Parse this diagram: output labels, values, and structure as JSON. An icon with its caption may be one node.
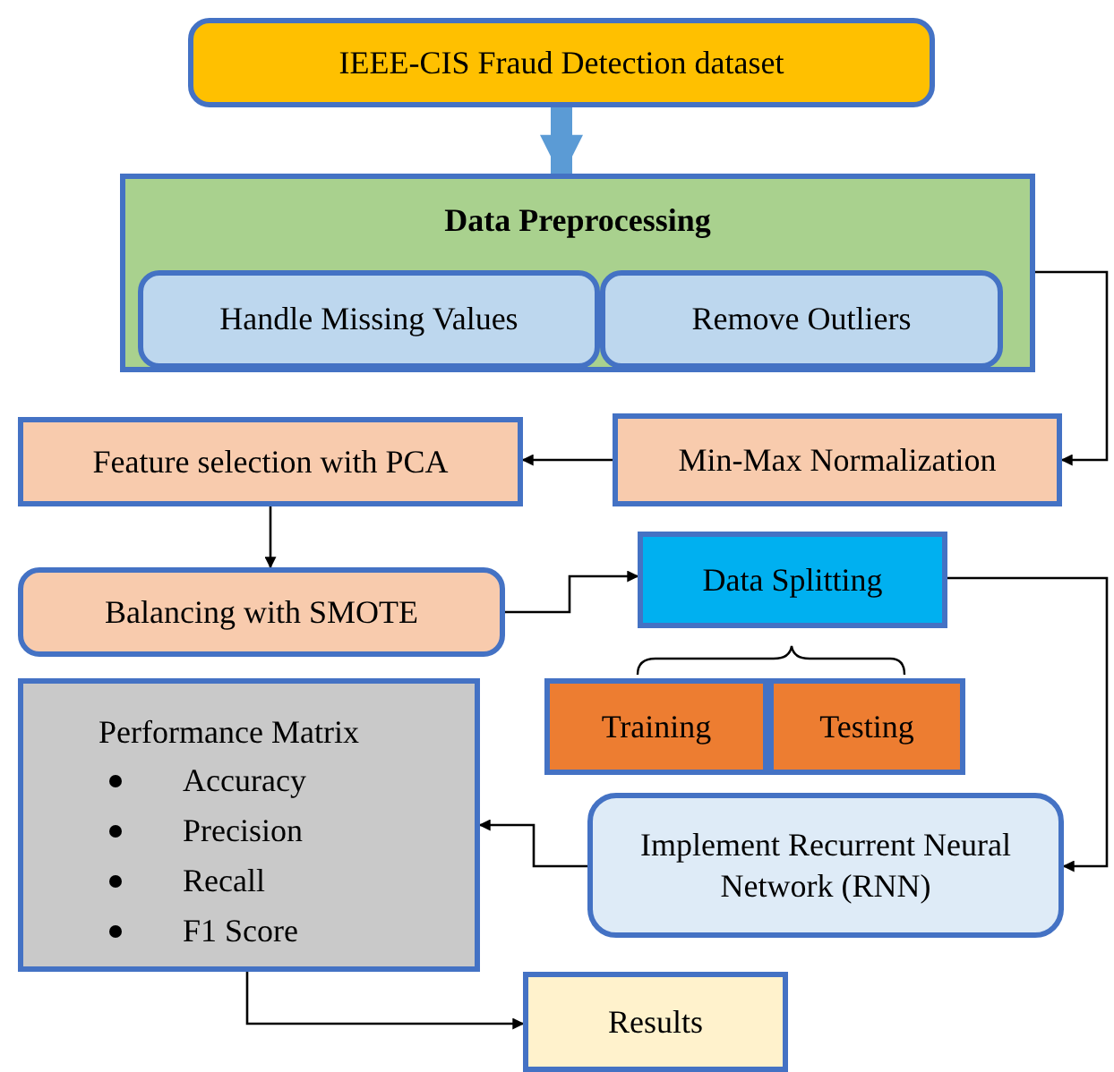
{
  "diagram": {
    "nodes": [
      {
        "text": [
          "IEEE-CIS Fraud Detection dataset"
        ]
      },
      {
        "text": [
          "Data Preprocessing"
        ]
      },
      {
        "text": [
          "Handle Missing Values"
        ],
        "in": 1
      },
      {
        "text": [
          "Remove Outliers"
        ],
        "in": 1
      },
      {
        "text": [
          "Min-Max Normalization"
        ]
      },
      {
        "text": [
          "Feature selection with PCA"
        ]
      },
      {
        "text": [
          "Balancing with SMOTE"
        ]
      },
      {
        "text": [
          "Data Splitting"
        ]
      },
      {
        "text": [
          "Training"
        ]
      },
      {
        "text": [
          "Testing"
        ]
      },
      {
        "text": [
          "Performance Matrix",
          "Accuracy",
          "Precision",
          "Recall",
          "F1 Score"
        ]
      },
      {
        "text": [
          "Implement Recurrent Neural Network (RNN)"
        ]
      },
      {
        "text": [
          "Results"
        ]
      }
    ],
    "edges": [
      {
        "from": 0,
        "to": 1,
        "arrow": "to",
        "style": "thick",
        "color": "#5b9bd5"
      },
      {
        "from": 1,
        "to": 4,
        "arrow": "to"
      },
      {
        "from": 4,
        "to": 5,
        "arrow": "to"
      },
      {
        "from": 5,
        "to": 6,
        "arrow": "to"
      },
      {
        "from": 6,
        "to": 7,
        "arrow": "to"
      },
      {
        "from": 7,
        "to": 11,
        "arrow": "to"
      },
      {
        "from": 11,
        "to": 10,
        "arrow": "to"
      },
      {
        "from": 10,
        "to": 12,
        "arrow": "to"
      }
    ]
  }
}
